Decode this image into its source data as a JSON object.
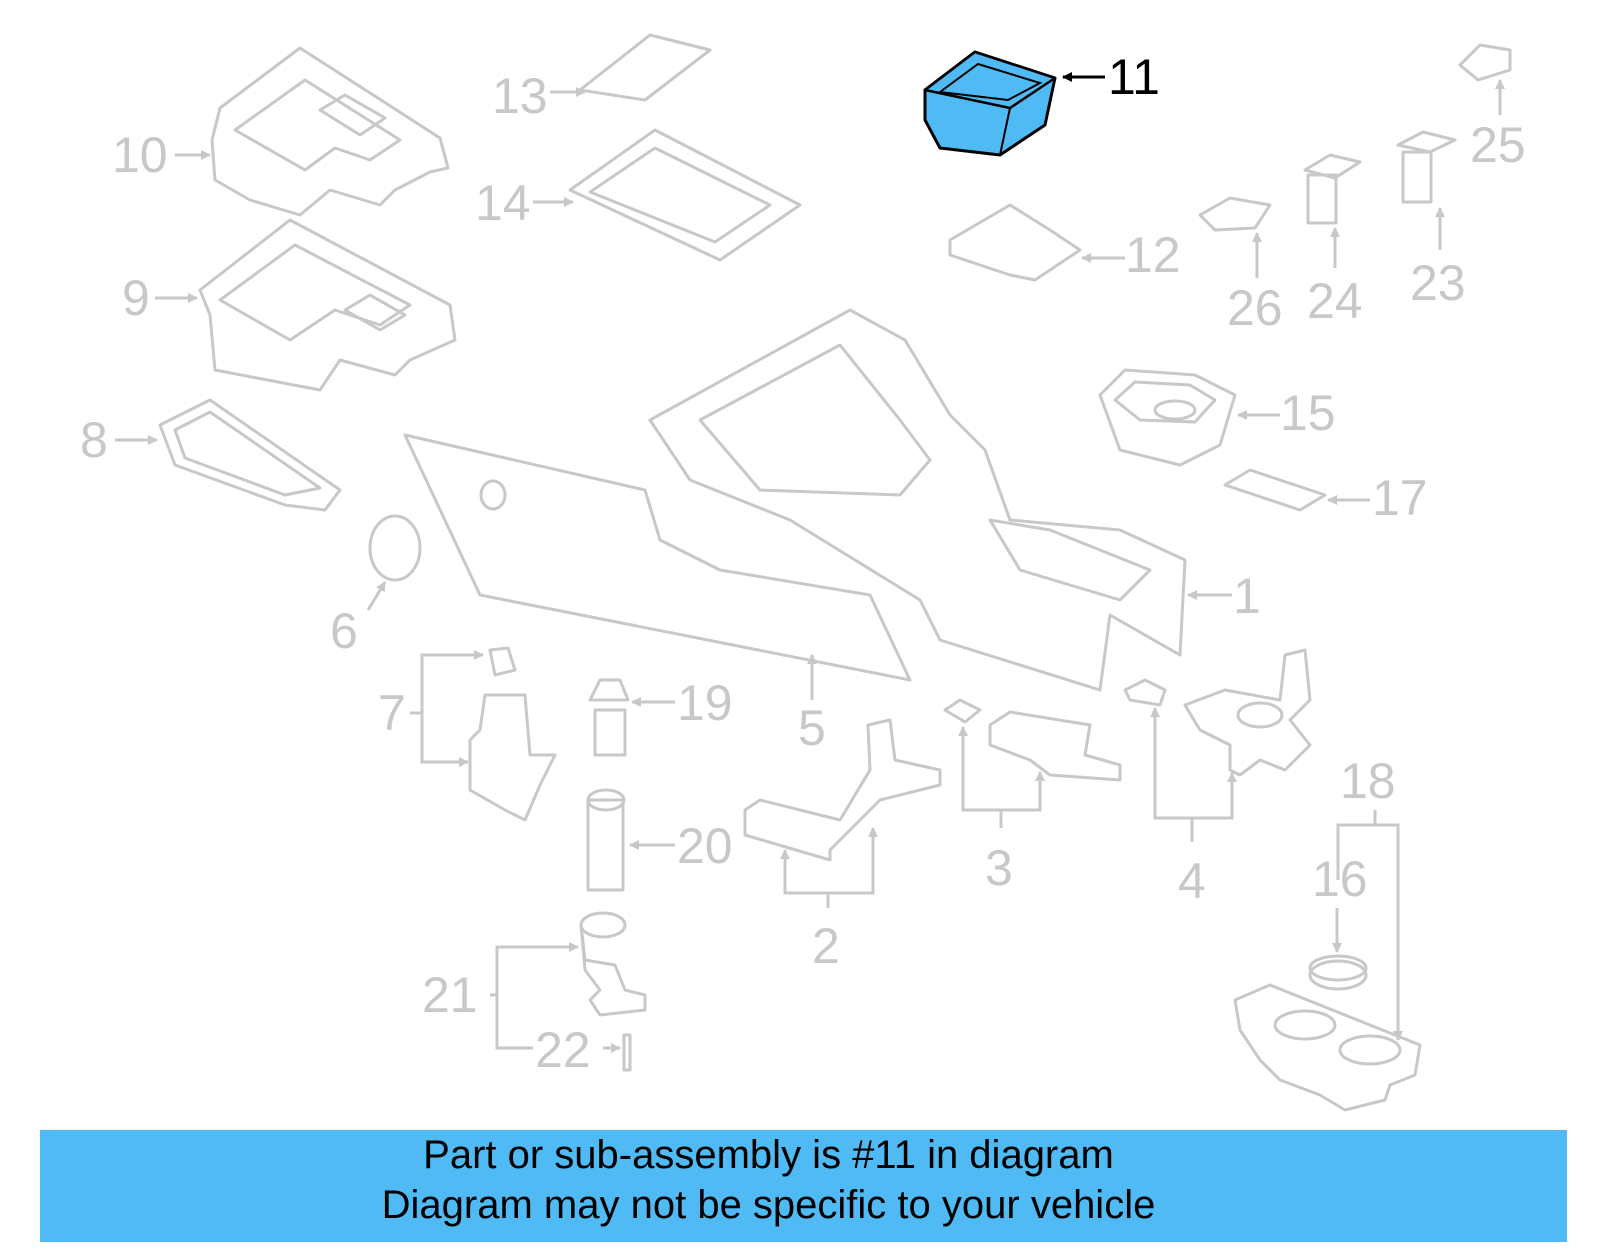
{
  "diagram": {
    "highlighted_part": "11",
    "highlight_color": "#4fbaf3",
    "line_color": "#c8c8c8",
    "callouts": [
      "1",
      "2",
      "3",
      "4",
      "5",
      "6",
      "7",
      "8",
      "9",
      "10",
      "11",
      "12",
      "13",
      "14",
      "15",
      "16",
      "17",
      "18",
      "19",
      "20",
      "21",
      "22",
      "23",
      "24",
      "25",
      "26"
    ]
  },
  "caption": {
    "line1": "Part or sub-assembly is #11 in diagram",
    "line2": "Diagram may not be specific to your vehicle"
  }
}
